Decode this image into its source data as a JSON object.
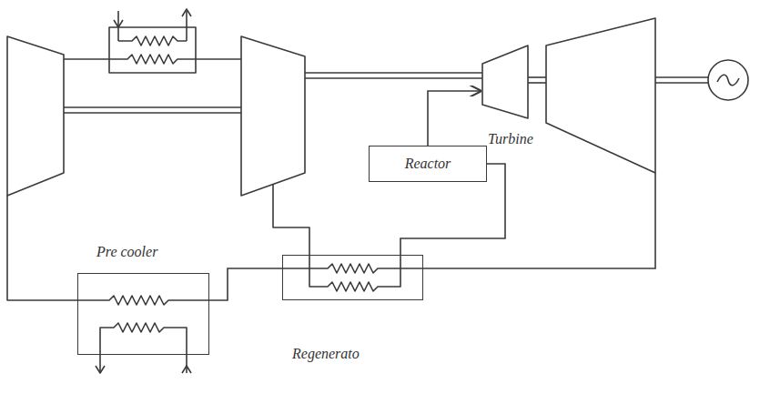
{
  "diagram": {
    "nodes": [
      {
        "text": [
          "Turbine"
        ]
      },
      {
        "text": [
          "Reactor"
        ]
      },
      {
        "text": [
          "Pre cooler"
        ]
      },
      {
        "text": [
          "Regenerato"
        ]
      }
    ],
    "edges": [
      {
        "from": 1,
        "to": 0,
        "arrow": "to"
      },
      {
        "from": 0,
        "to": 3,
        "arrow": "none"
      },
      {
        "from": 3,
        "to": 2,
        "arrow": "none"
      },
      {
        "from": 3,
        "to": 1,
        "arrow": "none"
      }
    ]
  }
}
